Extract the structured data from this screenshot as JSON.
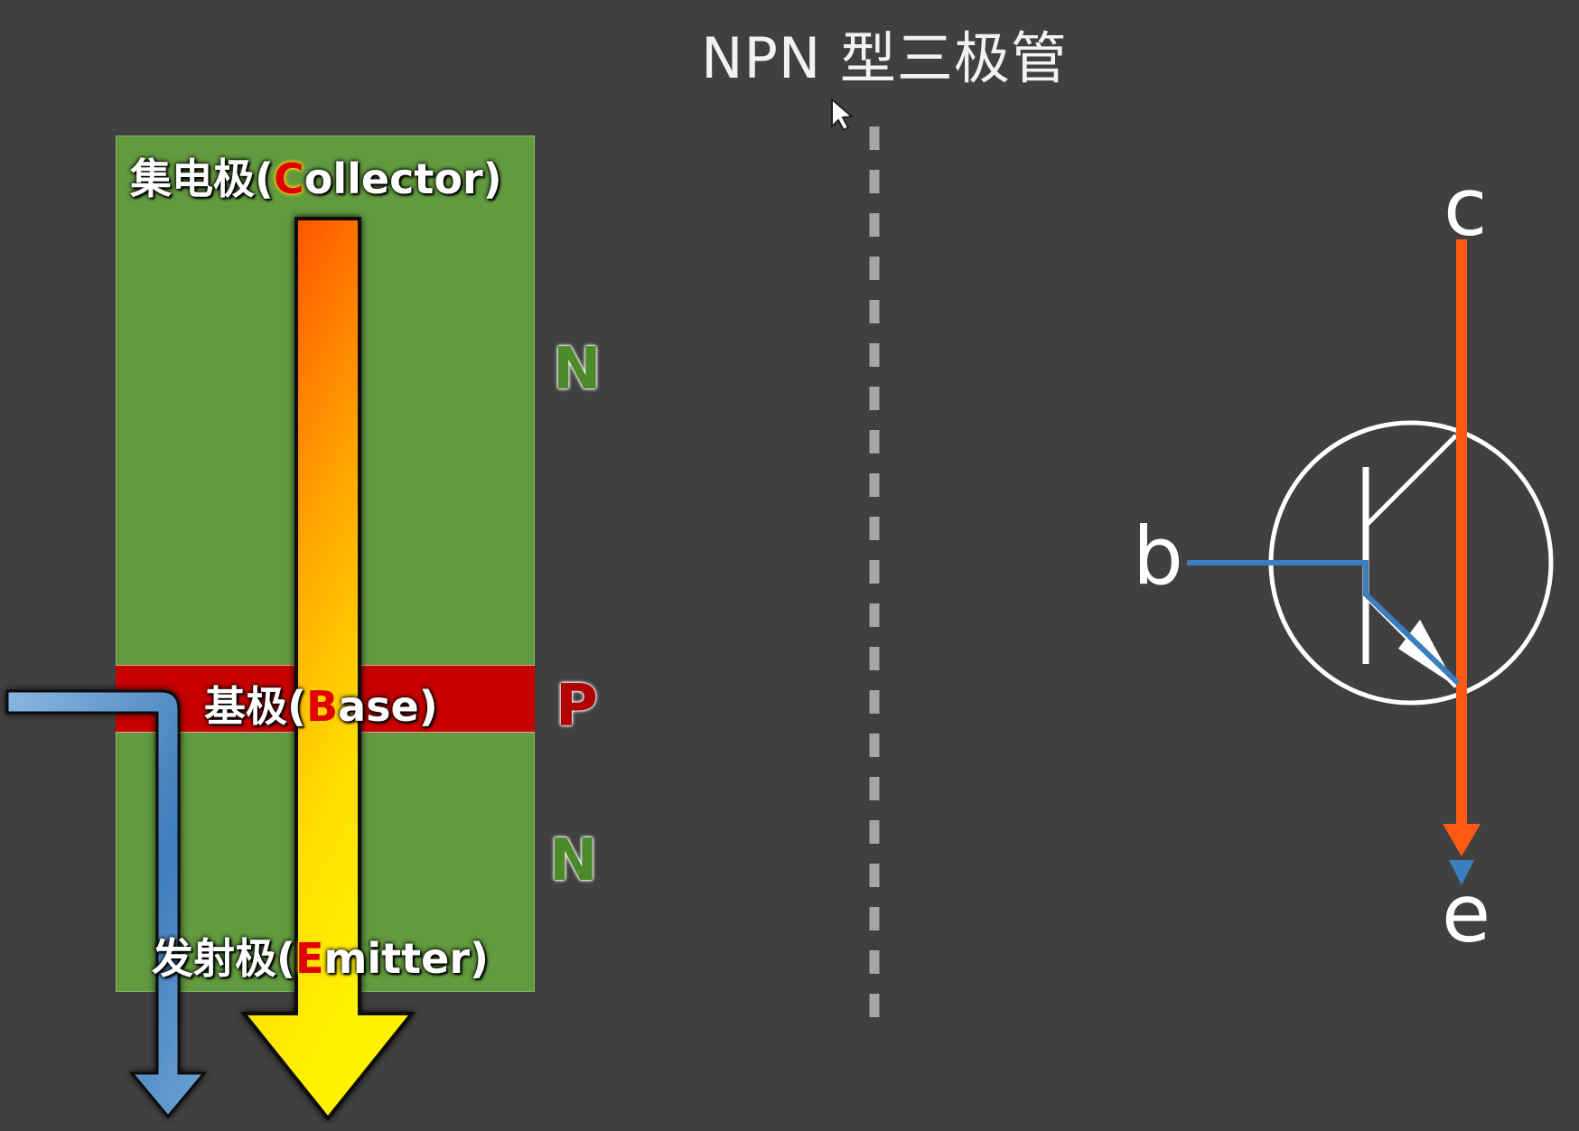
{
  "title": "NPN 型三极管",
  "layers": {
    "collector": {
      "prefix": "集电极(",
      "letter": "C",
      "suffix": "ollector)"
    },
    "base": {
      "prefix": "基极(",
      "letter": "B",
      "suffix": "ase)"
    },
    "emitter": {
      "prefix": "发射极(",
      "letter": "E",
      "suffix": "mitter)"
    }
  },
  "regions": {
    "top": "N",
    "middle": "P",
    "bottom": "N"
  },
  "terminals": {
    "c": "c",
    "b": "b",
    "e": "e"
  },
  "colors": {
    "background": "#404040",
    "n_region": "#629a3f",
    "p_region": "#c70000",
    "collector_current": "#ff5a14",
    "base_current": "#3a7ec0"
  }
}
